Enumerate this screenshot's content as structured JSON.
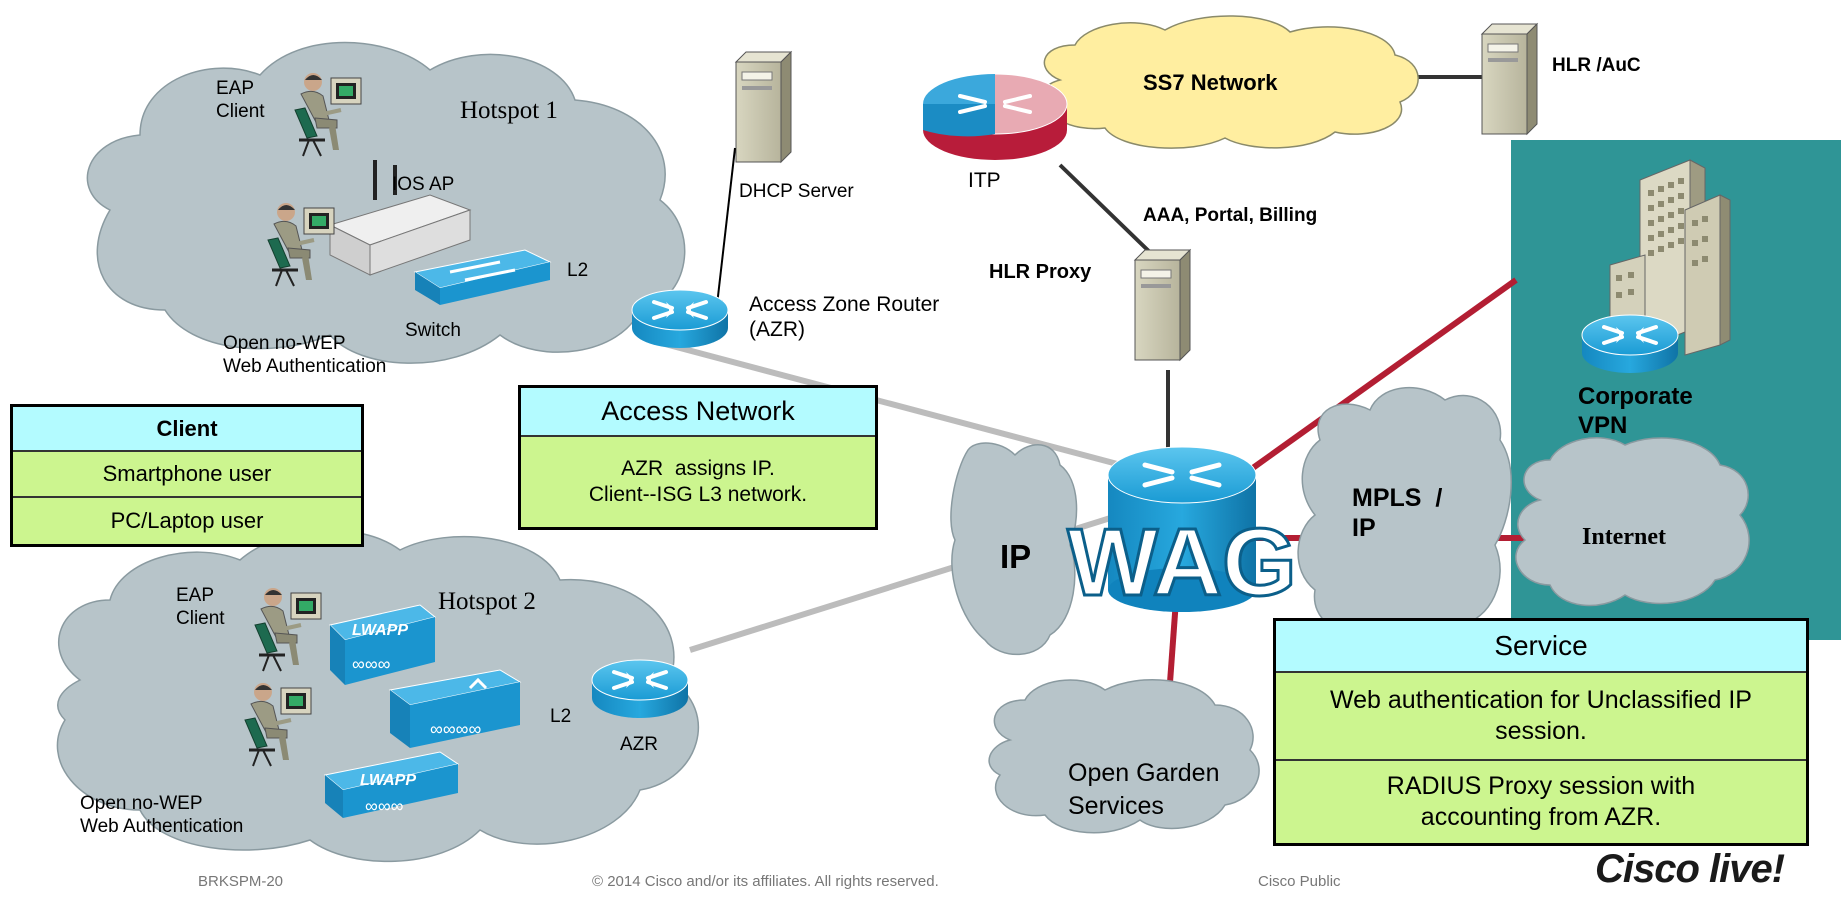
{
  "clouds": {
    "hotspot1": "Hotspot 1",
    "hotspot2": "Hotspot 2",
    "ss7": "SS7 Network",
    "ip": "IP",
    "mpls": "MPLS  /\nIP",
    "internet": "Internet",
    "open_garden": "Open Garden\nServices"
  },
  "labels": {
    "eap_client_1": "EAP\nClient",
    "ios_ap": "IOS AP",
    "l2_1": "L2",
    "switch": "Switch",
    "open_noweb_1": "Open no-WEP\nWeb Authentication",
    "dhcp_server": "DHCP Server",
    "access_zone_router": "Access Zone Router\n(AZR)",
    "itp": "ITP",
    "hlr_auc": "HLR /AuC",
    "aaa_portal": "AAA, Portal, Billing",
    "hlr_proxy": "HLR Proxy",
    "corporate_vpn": "Corporate\nVPN",
    "wag": "WAG",
    "eap_client_2": "EAP\nClient",
    "l2_2": "L2",
    "azr": "AZR",
    "open_noweb_2": "Open no-WEP\nWeb Authentication",
    "lwapp_top": "LWAPP",
    "lwapp_bottom": "LWAPP"
  },
  "client_table": {
    "header": "Client",
    "rows": [
      "Smartphone user",
      "PC/Laptop user"
    ]
  },
  "access_network_table": {
    "header": "Access Network",
    "rows": [
      "AZR  assigns IP.\nClient--ISG L3 network."
    ]
  },
  "service_table": {
    "header": "Service",
    "rows": [
      "Web authentication for Unclassified IP\nsession.",
      "RADIUS Proxy session with\naccounting from AZR."
    ]
  },
  "footer": {
    "session_code": "BRKSPM-20",
    "copyright": "© 2014 Cisco and/or its affiliates. All rights reserved.",
    "classification": "Cisco Public",
    "logo_text": "Cisco live!"
  },
  "colors": {
    "cloud_gray": "#b7c4c9",
    "ss7_cloud": "#ffeea0",
    "corporate_panel": "#2f9596",
    "router_blue": "#1ba1d9",
    "red_link": "#b31e33",
    "gray_link": "#bcbcbc",
    "table_header": "#b3fbff",
    "table_row": "#ccf58f"
  }
}
